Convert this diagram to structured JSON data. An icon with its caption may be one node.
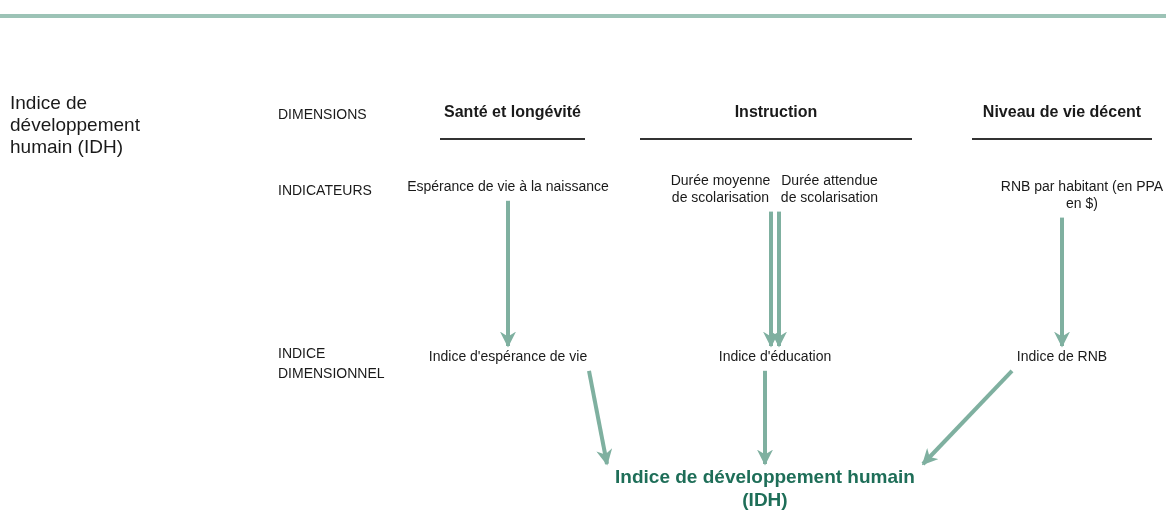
{
  "diagram": {
    "title": "Indice de développement humain (IDH)",
    "nodes": [
      {
        "text": [
          "Espérance de vie à la naissance"
        ]
      },
      {
        "text": [
          "Durée moyenne de scolarisation"
        ]
      },
      {
        "text": [
          "Durée attendue de scolarisation"
        ]
      },
      {
        "text": [
          "RNB par habitant (en PPA en $)"
        ]
      },
      {
        "text": [
          "Indice d'espérance de vie"
        ]
      },
      {
        "text": [
          "Indice d'éducation"
        ]
      },
      {
        "text": [
          "Indice de RNB"
        ]
      },
      {
        "text": [
          "Indice de développement humain (IDH)"
        ]
      }
    ],
    "edges": [
      {
        "from": 0,
        "to": 4,
        "arrow": "to"
      },
      {
        "from": 1,
        "to": 5,
        "arrow": "to"
      },
      {
        "from": 2,
        "to": 5,
        "arrow": "to"
      },
      {
        "from": 3,
        "to": 6,
        "arrow": "to"
      },
      {
        "from": 4,
        "to": 7,
        "arrow": "to"
      },
      {
        "from": 5,
        "to": 7,
        "arrow": "to"
      },
      {
        "from": 6,
        "to": 7,
        "arrow": "to"
      }
    ],
    "labels": [
      "DIMENSIONS",
      "Santé et longévité",
      "Instruction",
      "Niveau de vie décent",
      "INDICATEURS",
      "INDICE DIMENSIONNEL"
    ]
  }
}
